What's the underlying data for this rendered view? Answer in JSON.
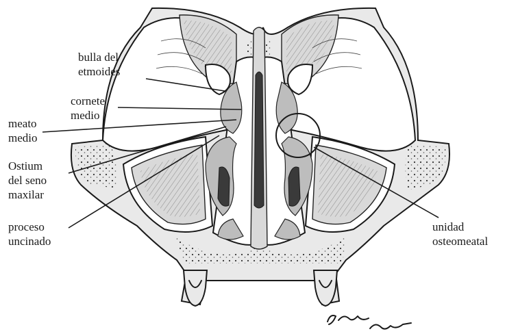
{
  "labels": {
    "bulla": [
      "bulla del",
      "etmoides"
    ],
    "cornete": [
      "cornete",
      "medio"
    ],
    "meato": [
      "meato",
      "medio"
    ],
    "ostium": [
      "Ostium",
      "del seno",
      "maxilar"
    ],
    "proceso": [
      "proceso",
      "uncinado"
    ],
    "unidad": [
      "unidad",
      "osteomeatal"
    ]
  },
  "signature": [
    "S. Shaquir",
    "Brennan"
  ]
}
